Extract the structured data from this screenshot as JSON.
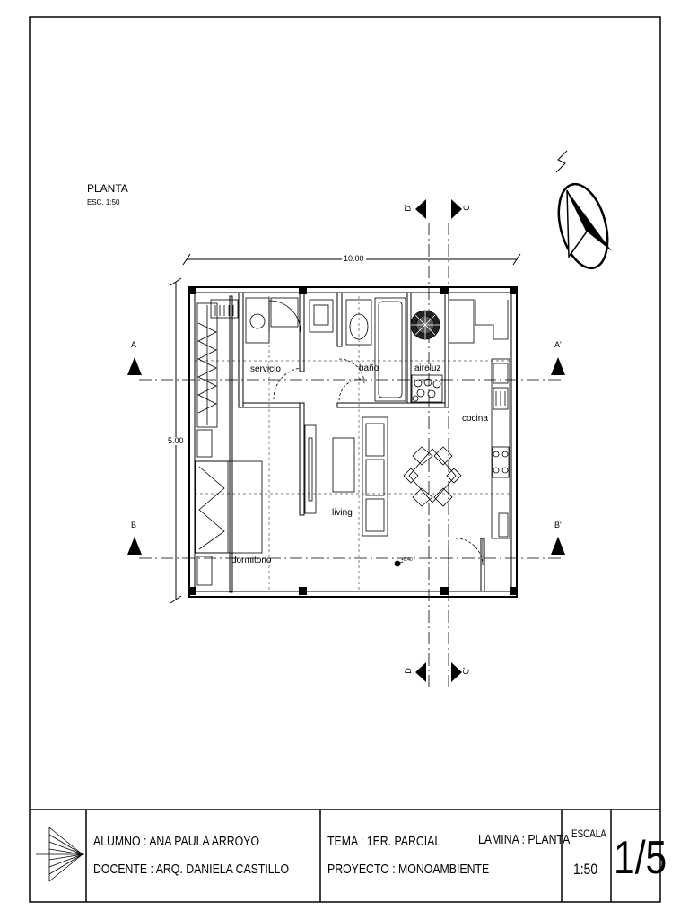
{
  "title": {
    "name": "PLANTA",
    "scale": "ESC. 1:50"
  },
  "dimensions": {
    "width": "10.00",
    "height": "5.00"
  },
  "rooms": {
    "servicio": "servicio",
    "bano": "baño",
    "aireluz": "aireluz",
    "cocina": "cocina",
    "living": "living",
    "dormitorio": "dormitorio"
  },
  "sections": {
    "a": "A",
    "a_prime": "A'",
    "b": "B",
    "b_prime": "B'",
    "c": "C",
    "c_prime": "C'",
    "d": "D",
    "d_prime": "D'"
  },
  "level_mark": "+0.40",
  "titleblock": {
    "alumno": "ALUMNO : ANA PAULA ARROYO",
    "docente": "DOCENTE : ARQ. DANIELA CASTILLO",
    "tema": "TEMA : 1ER. PARCIAL",
    "proyecto": "PROYECTO : MONOAMBIENTE",
    "lamina": "LAMINA : PLANTA",
    "escala_label": "ESCALA",
    "escala_value": "1:50",
    "sheet_number": "1/5"
  }
}
